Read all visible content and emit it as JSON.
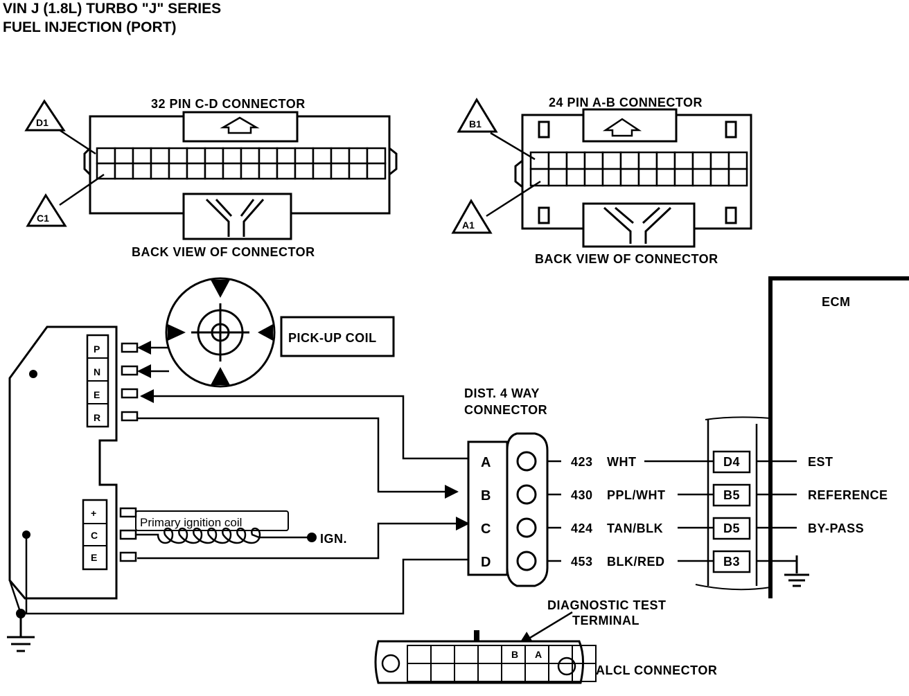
{
  "header": {
    "line1": "VIN J (1.8L) TURBO \"J\" SERIES",
    "line2": "FUEL INJECTION (PORT)"
  },
  "connector_cd": {
    "title": "32 PIN C-D  CONNECTOR",
    "caption": "BACK VIEW OF CONNECTOR",
    "pin_top": "D1",
    "pin_bottom": "C1"
  },
  "connector_ab": {
    "title": "24 PIN A-B  CONNECTOR",
    "caption": "BACK VIEW OF CONNECTOR",
    "pin_top": "B1",
    "pin_bottom": "A1"
  },
  "ecm_label": "ECM",
  "pickup_coil_label": "PICK-UP COIL",
  "module_pins_top": [
    "P",
    "N",
    "E",
    "R"
  ],
  "module_pins_bottom": [
    "+",
    "C",
    "E"
  ],
  "coil_label": "Primary ignition coil",
  "ign_label": "IGN.",
  "dist_connector": {
    "title_line1": "DIST. 4 WAY",
    "title_line2": "CONNECTOR",
    "pins": [
      "A",
      "B",
      "C",
      "D"
    ]
  },
  "wires": [
    {
      "circuit": "423",
      "color": "WHT",
      "ecm_pin": "D4",
      "signal": "EST"
    },
    {
      "circuit": "430",
      "color": "PPL/WHT",
      "ecm_pin": "B5",
      "signal": "REFERENCE"
    },
    {
      "circuit": "424",
      "color": "TAN/BLK",
      "ecm_pin": "D5",
      "signal": "BY-PASS"
    },
    {
      "circuit": "453",
      "color": "BLK/RED",
      "ecm_pin": "B3",
      "signal": ""
    }
  ],
  "diag_label_line1": "DIAGNOSTIC TEST",
  "diag_label_line2": "TERMINAL",
  "alcl": {
    "label": "ALCL  CONNECTOR",
    "pin_b": "B",
    "pin_a": "A"
  }
}
